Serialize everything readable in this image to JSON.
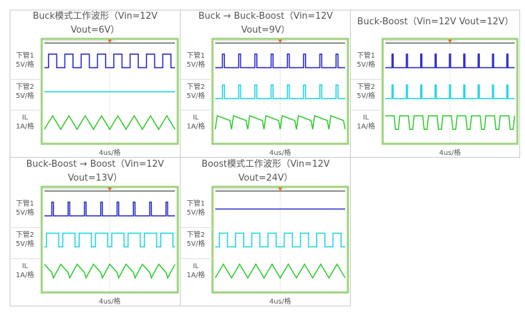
{
  "chart_data": [
    {
      "type": "line",
      "title": "Buck模式工作波形（Vin=12V Vout=6V）",
      "title_lines": [
        "Buck模式工作波形（Vin=12V",
        "Vout=6V）"
      ],
      "xlabel": "4us/格",
      "series": [
        {
          "name": "下管1",
          "unit": "5V/格",
          "color": "#2b2bc8",
          "waveform": "square",
          "periods": 8,
          "duty": 0.5
        },
        {
          "name": "下管2",
          "unit": "5V/格",
          "color": "#22d6e0",
          "waveform": "flat"
        },
        {
          "name": "IL",
          "unit": "1A/格",
          "color": "#33cc33",
          "waveform": "triangle",
          "periods": 8
        }
      ]
    },
    {
      "type": "line",
      "title": "Buck → Buck-Boost（Vin=12V Vout=9V）",
      "title_lines": [
        "Buck → Buck-Boost（Vin=12V",
        "Vout=9V）"
      ],
      "xlabel": "4us/格",
      "series": [
        {
          "name": "下管1",
          "unit": "5V/格",
          "color": "#2b2bc8",
          "waveform": "pulse",
          "periods": 8,
          "duty": 0.12
        },
        {
          "name": "下管2",
          "unit": "5V/格",
          "color": "#22d6e0",
          "waveform": "pulse",
          "periods": 8,
          "duty": 0.12
        },
        {
          "name": "IL",
          "unit": "1A/格",
          "color": "#33cc33",
          "waveform": "hybrid",
          "periods": 8
        }
      ]
    },
    {
      "type": "line",
      "title": "Buck-Boost（Vin=12V Vout=12V）",
      "title_lines": [
        "Buck-Boost（Vin=12V Vout=12V）"
      ],
      "xlabel": "4us/格",
      "series": [
        {
          "name": "下管1",
          "unit": "5V/格",
          "color": "#2b2bc8",
          "waveform": "pulse",
          "periods": 9,
          "duty": 0.08
        },
        {
          "name": "下管2",
          "unit": "5V/格",
          "color": "#22d6e0",
          "waveform": "pulse",
          "periods": 9,
          "duty": 0.08
        },
        {
          "name": "IL",
          "unit": "1A/格",
          "color": "#33cc33",
          "waveform": "flattop",
          "periods": 9
        }
      ]
    },
    {
      "type": "line",
      "title": "Buck-Boost → Boost（Vin=12V Vout=13V）",
      "title_lines": [
        "Buck-Boost → Boost（Vin=12V",
        "Vout=13V）"
      ],
      "xlabel": "4us/格",
      "series": [
        {
          "name": "下管1",
          "unit": "5V/格",
          "color": "#2b2bc8",
          "waveform": "pulse",
          "periods": 8,
          "duty": 0.1
        },
        {
          "name": "下管2",
          "unit": "5V/格",
          "color": "#22d6e0",
          "waveform": "square",
          "periods": 8,
          "duty": 0.75
        },
        {
          "name": "IL",
          "unit": "1A/格",
          "color": "#33cc33",
          "waveform": "hybrid2",
          "periods": 8
        }
      ]
    },
    {
      "type": "line",
      "title": "Boost模式工作波形（Vin=12V Vout=24V）",
      "title_lines": [
        "Boost模式工作波形（Vin=12V",
        "Vout=24V）"
      ],
      "xlabel": "4us/格",
      "series": [
        {
          "name": "下管1",
          "unit": "5V/格",
          "color": "#2b2bc8",
          "waveform": "flat"
        },
        {
          "name": "下管2",
          "unit": "5V/格",
          "color": "#22d6e0",
          "waveform": "square",
          "periods": 8,
          "duty": 0.5
        },
        {
          "name": "IL",
          "unit": "1A/格",
          "color": "#33cc33",
          "waveform": "triangle",
          "periods": 8
        }
      ]
    }
  ]
}
